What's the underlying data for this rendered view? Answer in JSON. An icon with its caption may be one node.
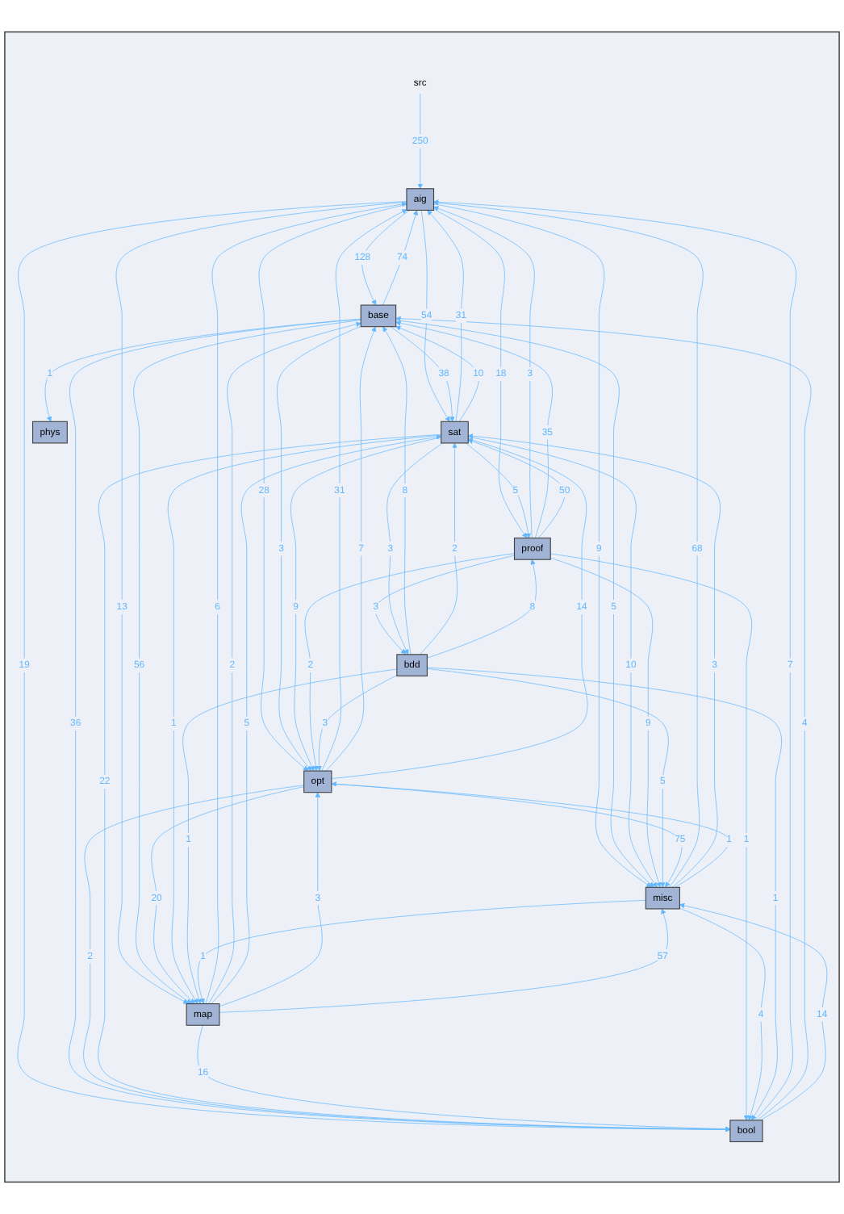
{
  "diagram": {
    "nodes": [
      {
        "text": [],
        "shape": "box"
      },
      {
        "text": [
          "src"
        ],
        "in": 0
      },
      {
        "text": [
          "aig"
        ],
        "in": 0
      },
      {
        "text": [
          "base"
        ],
        "in": 0
      },
      {
        "text": [
          "phys"
        ],
        "in": 0
      },
      {
        "text": [
          "sat"
        ],
        "in": 0
      },
      {
        "text": [
          "proof"
        ],
        "in": 0
      },
      {
        "text": [
          "bdd"
        ],
        "in": 0
      },
      {
        "text": [
          "opt"
        ],
        "in": 0
      },
      {
        "text": [
          "misc"
        ],
        "in": 0
      },
      {
        "text": [
          "map"
        ],
        "in": 0
      },
      {
        "text": [
          "bool"
        ],
        "in": 0
      }
    ],
    "edges": [
      {
        "from": 1,
        "to": 2,
        "arrow": "to",
        "label": "250"
      },
      {
        "from": 2,
        "to": 3,
        "arrow": "to",
        "label": "128"
      },
      {
        "from": 3,
        "to": 2,
        "arrow": "to",
        "label": "74"
      },
      {
        "from": 5,
        "to": 2,
        "arrow": "to",
        "label": "31"
      },
      {
        "from": 8,
        "to": 2,
        "arrow": "to",
        "label": "31"
      },
      {
        "from": 6,
        "to": 2,
        "arrow": "to",
        "label": "3"
      },
      {
        "from": 9,
        "to": 2,
        "arrow": "to",
        "label": "68"
      },
      {
        "from": 10,
        "to": 2,
        "arrow": "to",
        "label": "6"
      },
      {
        "from": 11,
        "to": 2,
        "arrow": "to",
        "label": "7"
      },
      {
        "from": 3,
        "to": 4,
        "arrow": "to",
        "label": "1"
      },
      {
        "from": 2,
        "to": 5,
        "arrow": "to",
        "label": "54"
      },
      {
        "from": 3,
        "to": 5,
        "arrow": "to",
        "label": "38"
      },
      {
        "from": 5,
        "to": 3,
        "arrow": "to",
        "label": "10"
      },
      {
        "from": 6,
        "to": 3,
        "arrow": "to",
        "label": "35"
      },
      {
        "from": 8,
        "to": 3,
        "arrow": "to",
        "label": "7"
      },
      {
        "from": 10,
        "to": 3,
        "arrow": "to",
        "label": "2"
      },
      {
        "from": 11,
        "to": 3,
        "arrow": "to",
        "label": "4"
      },
      {
        "from": 7,
        "to": 3,
        "arrow": "to",
        "label": "8"
      },
      {
        "from": 2,
        "to": 6,
        "arrow": "to",
        "label": "18"
      },
      {
        "from": 5,
        "to": 6,
        "arrow": "to",
        "label": "5"
      },
      {
        "from": 6,
        "to": 5,
        "arrow": "to",
        "label": "50"
      },
      {
        "from": 8,
        "to": 5,
        "arrow": "to",
        "label": "14"
      },
      {
        "from": 10,
        "to": 5,
        "arrow": "to",
        "label": "5"
      },
      {
        "from": 7,
        "to": 5,
        "arrow": "to",
        "label": "2"
      },
      {
        "from": 9,
        "to": 5,
        "arrow": "to",
        "label": "3"
      },
      {
        "from": 7,
        "to": 6,
        "arrow": "to",
        "label": "8"
      },
      {
        "from": 6,
        "to": 7,
        "arrow": "to",
        "label": "3"
      },
      {
        "from": 5,
        "to": 7,
        "arrow": "to",
        "label": "3"
      },
      {
        "from": 2,
        "to": 8,
        "arrow": "to",
        "label": "28"
      },
      {
        "from": 3,
        "to": 8,
        "arrow": "to",
        "label": "3"
      },
      {
        "from": 5,
        "to": 8,
        "arrow": "to",
        "label": "9"
      },
      {
        "from": 6,
        "to": 8,
        "arrow": "to",
        "label": "2"
      },
      {
        "from": 7,
        "to": 8,
        "arrow": "to",
        "label": "3"
      },
      {
        "from": 9,
        "to": 8,
        "arrow": "to",
        "label": "1"
      },
      {
        "from": 10,
        "to": 8,
        "arrow": "to",
        "label": "3"
      },
      {
        "from": 2,
        "to": 9,
        "arrow": "to",
        "label": "9"
      },
      {
        "from": 3,
        "to": 9,
        "arrow": "to",
        "label": "5"
      },
      {
        "from": 5,
        "to": 9,
        "arrow": "to",
        "label": "10"
      },
      {
        "from": 6,
        "to": 9,
        "arrow": "to",
        "label": "9"
      },
      {
        "from": 7,
        "to": 9,
        "arrow": "to",
        "label": "5"
      },
      {
        "from": 8,
        "to": 9,
        "arrow": "to",
        "label": "75"
      },
      {
        "from": 10,
        "to": 9,
        "arrow": "to",
        "label": "57"
      },
      {
        "from": 11,
        "to": 9,
        "arrow": "to",
        "label": "14"
      },
      {
        "from": 2,
        "to": 10,
        "arrow": "to",
        "label": "13"
      },
      {
        "from": 3,
        "to": 10,
        "arrow": "to",
        "label": "56"
      },
      {
        "from": 8,
        "to": 10,
        "arrow": "to",
        "label": "20"
      },
      {
        "from": 5,
        "to": 10,
        "arrow": "to",
        "label": "1"
      },
      {
        "from": 7,
        "to": 10,
        "arrow": "to",
        "label": "1"
      },
      {
        "from": 9,
        "to": 10,
        "arrow": "to",
        "label": "1"
      },
      {
        "from": 2,
        "to": 11,
        "arrow": "to",
        "label": "19"
      },
      {
        "from": 3,
        "to": 11,
        "arrow": "to",
        "label": "36"
      },
      {
        "from": 8,
        "to": 11,
        "arrow": "to",
        "label": "2"
      },
      {
        "from": 5,
        "to": 11,
        "arrow": "to",
        "label": "22"
      },
      {
        "from": 10,
        "to": 11,
        "arrow": "to",
        "label": "16"
      },
      {
        "from": 6,
        "to": 11,
        "arrow": "to",
        "label": "1"
      },
      {
        "from": 9,
        "to": 11,
        "arrow": "to",
        "label": "4"
      },
      {
        "from": 7,
        "to": 11,
        "arrow": "to",
        "label": "1"
      }
    ]
  }
}
